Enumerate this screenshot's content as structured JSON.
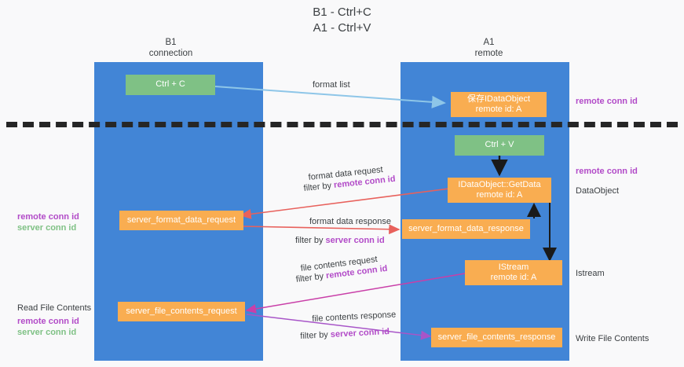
{
  "title": {
    "line1": "B1 - Ctrl+C",
    "line2": "A1 - Ctrl+V"
  },
  "lanes": [
    {
      "id": "b1",
      "name": "B1",
      "role": "connection",
      "color": "#4285d6"
    },
    {
      "id": "a1",
      "name": "A1",
      "role": "remote",
      "color": "#4285d6"
    }
  ],
  "boxes": {
    "ctrl_c": {
      "label": "Ctrl + C",
      "color": "#7fc185"
    },
    "ctrl_v": {
      "label": "Ctrl + V",
      "color": "#7fc185"
    },
    "store_idataobject": {
      "line1": "保存IDataObject",
      "line2": "remote id: A",
      "color": "#f9ad51"
    },
    "getdata": {
      "line1": "IDataObject::GetData",
      "line2": "remote id: A",
      "color": "#f9ad51"
    },
    "istream": {
      "line1": "IStream",
      "line2": "remote id: A",
      "color": "#f9ad51"
    },
    "server_format_data_request": {
      "label": "server_format_data_request",
      "color": "#f9ad51"
    },
    "server_format_data_response": {
      "label": "server_format_data_response",
      "color": "#f9ad51"
    },
    "server_file_contents_request": {
      "label": "server_file_contents_request",
      "color": "#f9ad51"
    },
    "server_file_contents_response": {
      "label": "server_file_contents_response",
      "color": "#f9ad51"
    }
  },
  "edge_labels": {
    "format_list": "format list",
    "format_data_request": "format data request",
    "format_data_request_filter_prefix": "filter by ",
    "format_data_request_filter_key": "remote conn id",
    "format_data_response": "format data response",
    "format_data_response_filter_prefix": "filter by ",
    "format_data_response_filter_key": "server conn id",
    "file_contents_request": "file contents request",
    "file_contents_request_filter_prefix": "filter by ",
    "file_contents_request_filter_key": "remote conn id",
    "file_contents_response": "file contents response",
    "file_contents_response_filter_prefix": "filter by ",
    "file_contents_response_filter_key": "server conn id"
  },
  "annotations": {
    "right_remote_conn_id_top": "remote conn id",
    "right_remote_conn_id_mid": "remote conn id",
    "right_dataobject": "DataObject",
    "right_istream": "Istream",
    "right_write_file_contents": "Write File Contents",
    "left_remote_conn_id_mid": "remote conn id",
    "left_server_conn_id_mid": "server conn id",
    "left_read_file_contents": "Read File Contents",
    "left_remote_conn_id_bot": "remote conn id",
    "left_server_conn_id_bot": "server conn id"
  },
  "colors": {
    "lane": "#4285d6",
    "green_box": "#7fc185",
    "orange_box": "#f9ad51",
    "purple_text": "#b24bc8",
    "green_text": "#7fc185",
    "arrow_blue": "#8ec6e8",
    "arrow_red": "#e8615c",
    "arrow_magenta": "#c93fa8",
    "arrow_purple": "#a855c8",
    "arrow_black": "#1a1a1a",
    "separator": "#262626",
    "background": "#f9f9fa"
  }
}
